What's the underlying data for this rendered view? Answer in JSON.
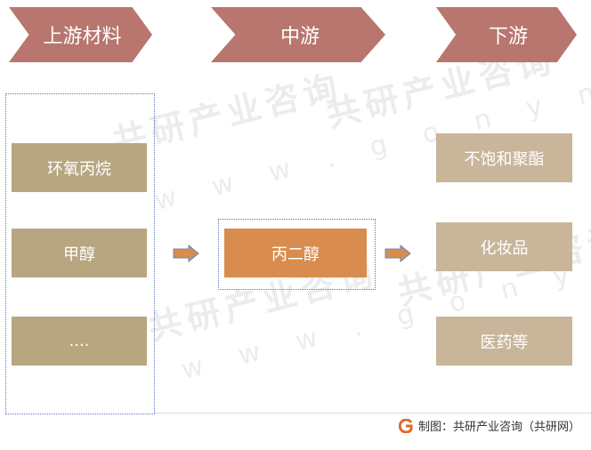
{
  "header": {
    "upstream_label": "上游材料",
    "midstream_label": "中游",
    "downstream_label": "下游"
  },
  "upstream": {
    "items": [
      "环氧丙烷",
      "甲醇",
      "...."
    ]
  },
  "midstream": {
    "item": "丙二醇"
  },
  "downstream": {
    "items": [
      "不饱和聚酯",
      "化妆品",
      "医药等"
    ]
  },
  "footer": {
    "source": "制图：共研产业咨询（共研网）"
  },
  "watermark": {
    "brand": "共研产业咨询",
    "url": "w w w . g o n y n . c o m"
  },
  "colors": {
    "header": "#b8766e",
    "upstream_box": "#b8a681",
    "midstream_box": "#d88d4e",
    "downstream_box": "#c8b59a",
    "arrow": "#d88d4e"
  }
}
